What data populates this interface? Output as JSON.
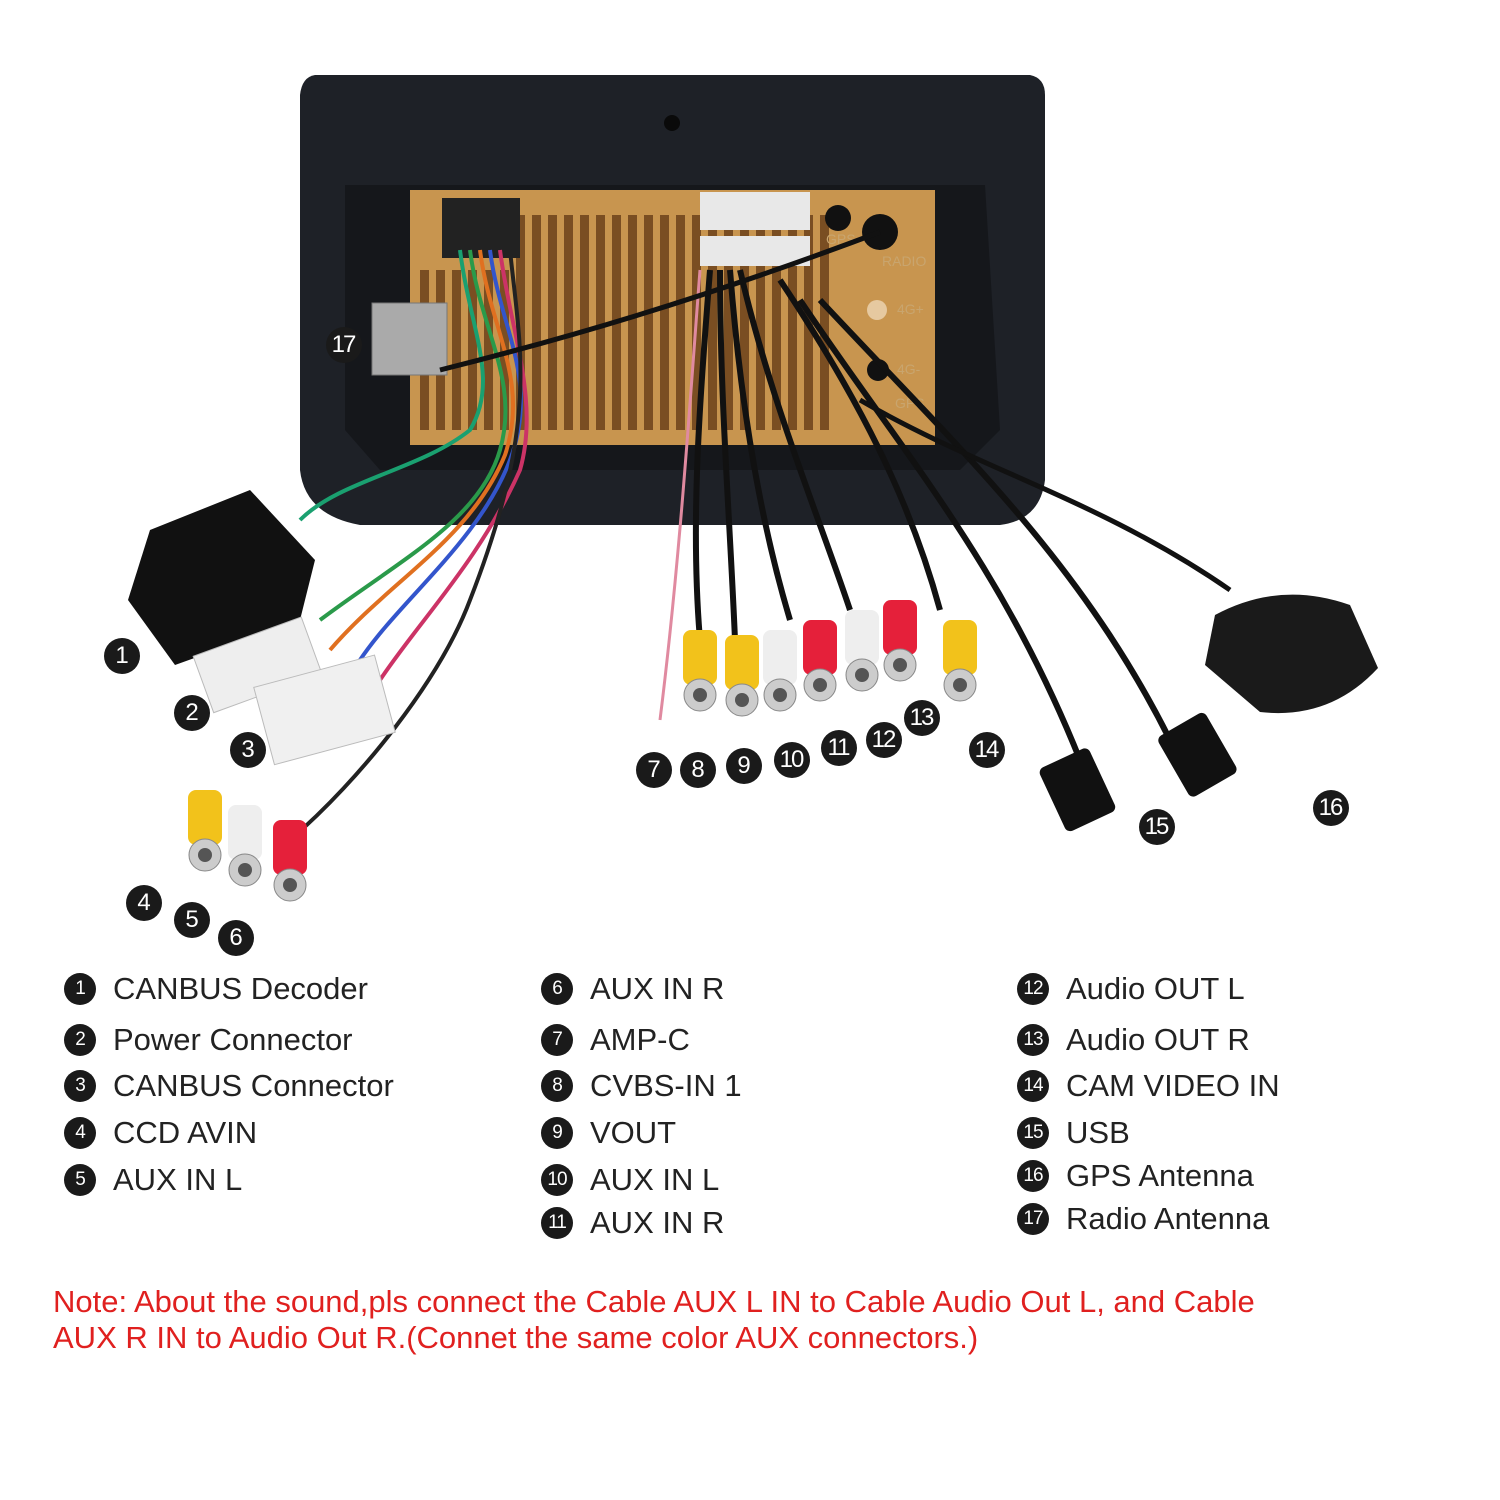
{
  "callouts": [
    "1",
    "2",
    "3",
    "4",
    "5",
    "6",
    "7",
    "8",
    "9",
    "10",
    "11",
    "12",
    "13",
    "14",
    "15",
    "16",
    "17"
  ],
  "panel_labels": {
    "gps": "GPS",
    "radio": "RADIO",
    "four_g_plus": "4G+",
    "four_g_minus": "4G-",
    "gps2": "GPS"
  },
  "legend": [
    {
      "num": "1",
      "label": "CANBUS Decoder"
    },
    {
      "num": "2",
      "label": "Power Connector"
    },
    {
      "num": "3",
      "label": "CANBUS Connector"
    },
    {
      "num": "4",
      "label": "CCD AVIN"
    },
    {
      "num": "5",
      "label": "AUX IN L"
    },
    {
      "num": "6",
      "label": "AUX IN R"
    },
    {
      "num": "7",
      "label": "AMP-C"
    },
    {
      "num": "8",
      "label": "CVBS-IN 1"
    },
    {
      "num": "9",
      "label": "VOUT"
    },
    {
      "num": "10",
      "label": "AUX IN L"
    },
    {
      "num": "11",
      "label": "AUX IN R"
    },
    {
      "num": "12",
      "label": "Audio OUT L"
    },
    {
      "num": "13",
      "label": "Audio OUT R"
    },
    {
      "num": "14",
      "label": "CAM VIDEO IN"
    },
    {
      "num": "15",
      "label": "USB"
    },
    {
      "num": "16",
      "label": "GPS Antenna"
    },
    {
      "num": "17",
      "label": "Radio Antenna"
    }
  ],
  "note": {
    "line1": "Note: About the sound,pls connect the Cable AUX L IN to Cable Audio Out L, and Cable",
    "line2": "AUX R IN to  Audio Out R.(Connet the same color AUX connectors.)"
  },
  "colors": {
    "note": "#e0201f",
    "panel": "#c8954f",
    "bezel": "#1e2127"
  }
}
